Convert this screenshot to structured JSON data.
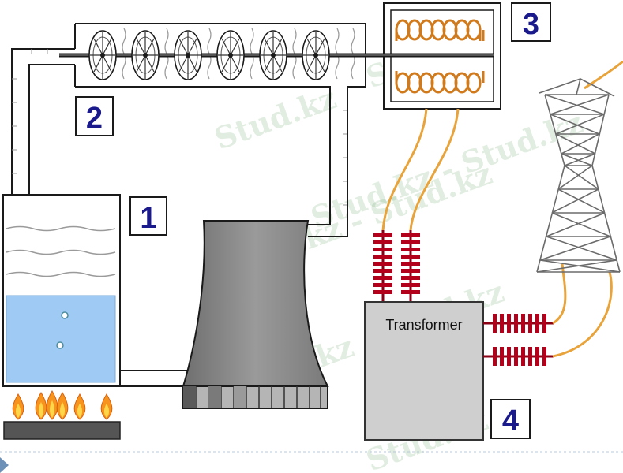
{
  "labels": {
    "boiler_number": "1",
    "turbine_number": "2",
    "generator_number": "3",
    "transformer_number": "4"
  },
  "transformer": {
    "label": "Transformer"
  },
  "watermark": {
    "short": "Stud.kz",
    "long": "Stud.kz - Stud.kz"
  },
  "colors": {
    "label_number": "#1a1a8c",
    "water": "#9fcaf4",
    "wire": "#e8a33a",
    "insulator": "#b3001b",
    "flame": "#f7941d",
    "cooling_tower": "#858585",
    "transformer_body": "#cfcfcf"
  }
}
